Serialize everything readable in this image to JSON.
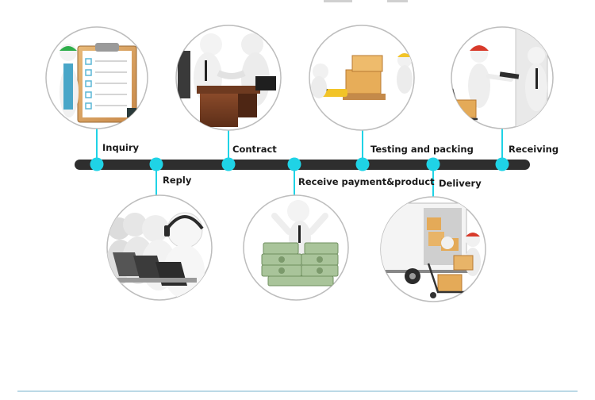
{
  "accent_color": "#1fd3e6",
  "timeline_color": "#2e2e2e",
  "steps": [
    {
      "label": "Inquiry",
      "side": "top",
      "icon": "clipboard-checklist-icon"
    },
    {
      "label": "Reply",
      "side": "bottom",
      "icon": "headset-operators-icon"
    },
    {
      "label": "Contract",
      "side": "top",
      "icon": "handshake-icon"
    },
    {
      "label": "Receive payment&product",
      "side": "bottom",
      "icon": "money-stack-icon"
    },
    {
      "label": "Testing and packing",
      "side": "top",
      "icon": "pallet-jack-boxes-icon"
    },
    {
      "label": "Delivery",
      "side": "bottom",
      "icon": "delivery-truck-icon"
    },
    {
      "label": "Receiving",
      "side": "top",
      "icon": "parcel-handover-icon"
    }
  ]
}
